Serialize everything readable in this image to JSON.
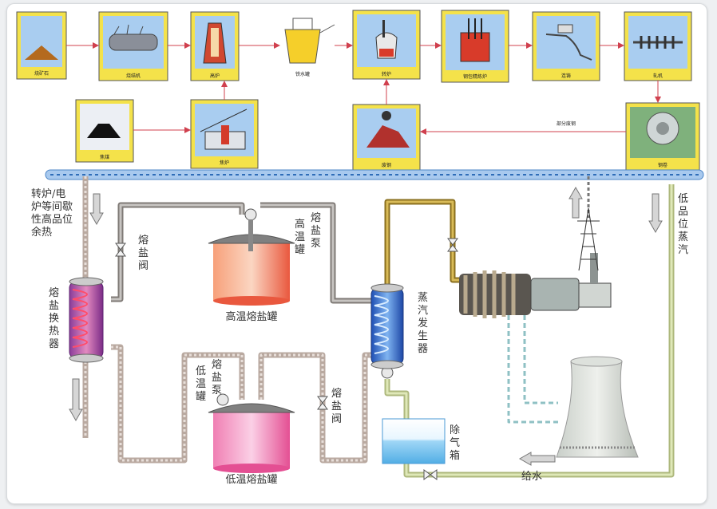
{
  "top_process": {
    "ore": "烧矿石",
    "sinter": "烧结机",
    "blast_furnace": "高炉",
    "hot_metal": "铁水罐",
    "converter": "转炉",
    "eaf": "钢包精炼炉",
    "casting": "连铸",
    "rolling": "轧机",
    "coke": "焦煤",
    "coke_oven": "焦炉",
    "scrap": "废钢",
    "product": "钢卷",
    "return_label": "部分废钢"
  },
  "labels": {
    "waste_heat": [
      "转炉/电",
      "炉等间歇",
      "性高品位",
      "余热"
    ],
    "hx": [
      "熔",
      "盐",
      "换",
      "热",
      "器"
    ],
    "salt_valve_top": [
      "熔",
      "盐",
      "阀"
    ],
    "hot_tank_vert_1": [
      "高",
      "温",
      "罐"
    ],
    "hot_pump_vert": [
      "熔",
      "盐",
      "泵"
    ],
    "hot_tank": "高温熔盐罐",
    "steam_gen": [
      "蒸",
      "汽",
      "发",
      "生",
      "器"
    ],
    "cold_tank_vert_1": [
      "低",
      "温",
      "罐"
    ],
    "cold_pump_vert": [
      "熔",
      "盐",
      "泵"
    ],
    "salt_valve_bottom": [
      "熔",
      "盐",
      "阀"
    ],
    "cold_tank": "低温熔盐罐",
    "deaerator": [
      "除",
      "气",
      "箱"
    ],
    "feed_water": "给水",
    "low_steam": [
      "低",
      "品",
      "位",
      "蒸",
      "汽"
    ]
  },
  "colors": {
    "pipe": "#b9a9a0",
    "pipe_dark": "#7f7a76",
    "gold_pipe": "#b5952f",
    "water_pipe": "#c9d79a",
    "header_blue": "#a8c9ee",
    "arrow_red": "#d0404e"
  }
}
